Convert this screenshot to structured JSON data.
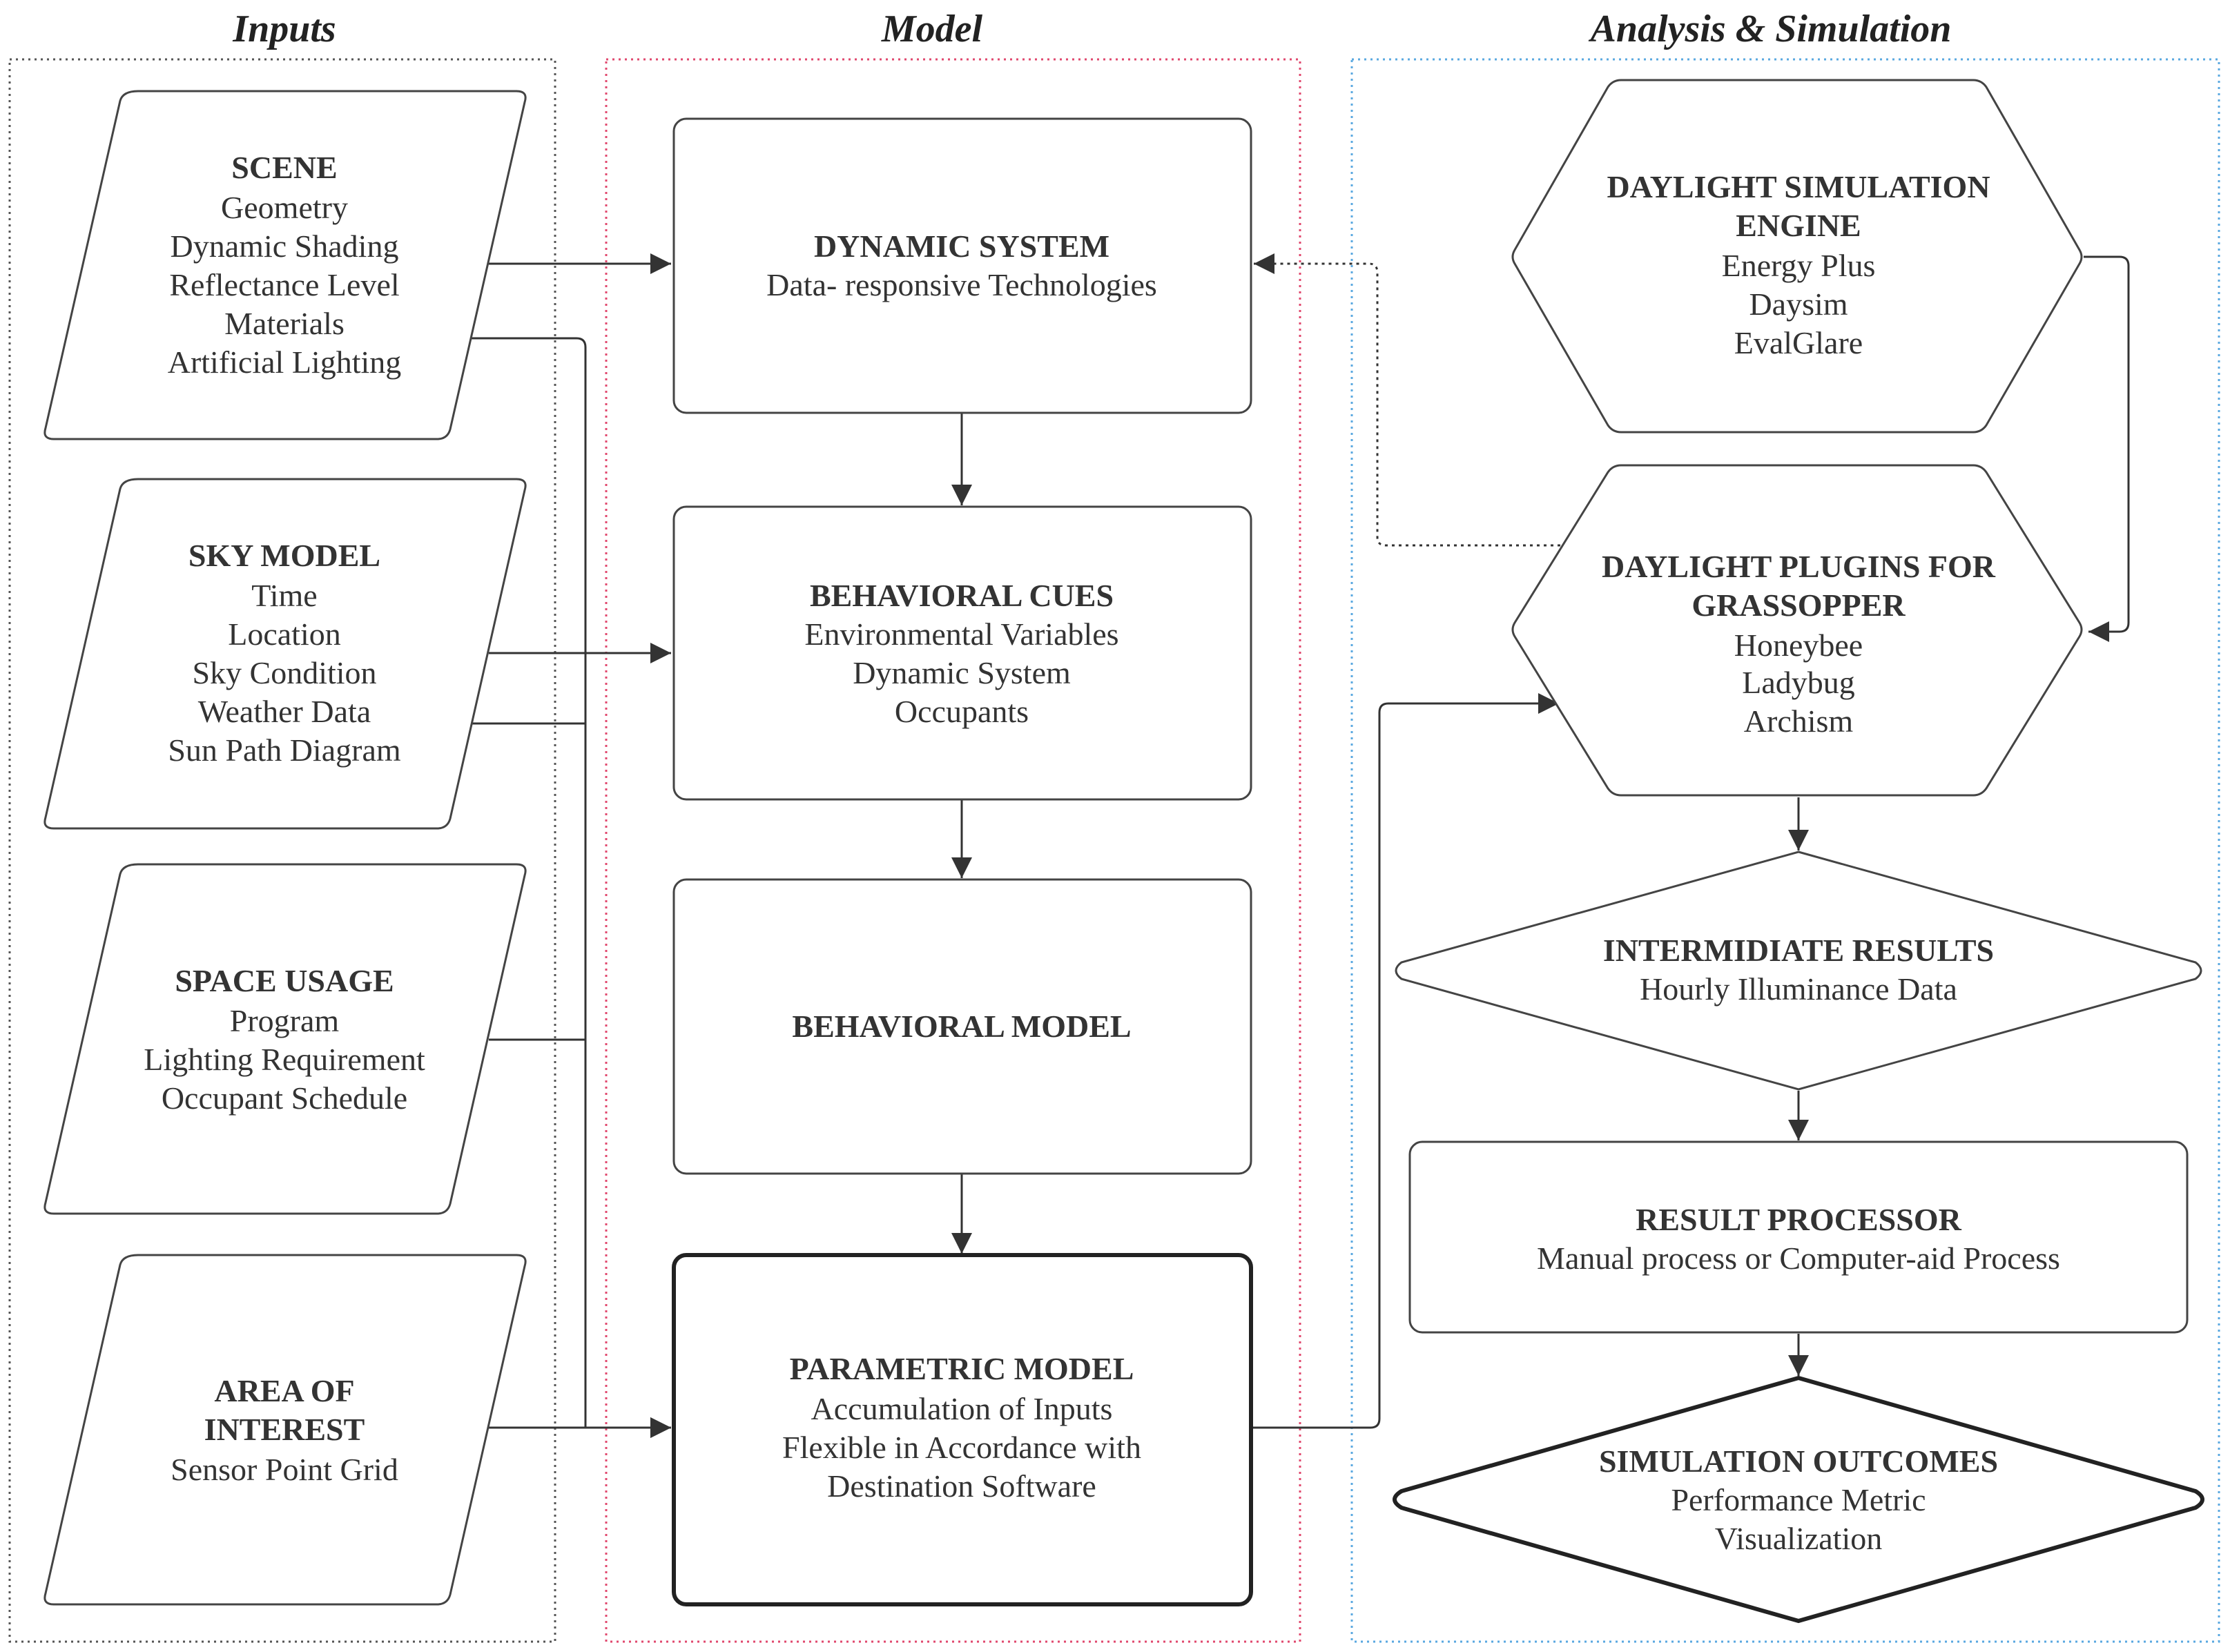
{
  "columns": {
    "inputs": "Inputs",
    "model": "Model",
    "analysis": "Analysis & Simulation"
  },
  "colors": {
    "inputs_frame": "#555555",
    "model_frame": "#e0486e",
    "analysis_frame": "#5aa8e0"
  },
  "nodes": {
    "scene": {
      "title": "SCENE",
      "lines": [
        "Geometry",
        "Dynamic Shading",
        "Reflectance Level",
        "Materials",
        "Artificial Lighting"
      ]
    },
    "sky_model": {
      "title": "SKY MODEL",
      "lines": [
        "Time",
        "Location",
        "Sky Condition",
        "Weather Data",
        "Sun Path Diagram"
      ]
    },
    "space_usage": {
      "title": "SPACE USAGE",
      "lines": [
        "Program",
        "Lighting Requirement",
        "Occupant Schedule"
      ]
    },
    "area_of_interest": {
      "title_lines": [
        "AREA OF",
        "INTEREST"
      ],
      "lines": [
        "Sensor Point Grid"
      ]
    },
    "dynamic_system": {
      "title": "DYNAMIC SYSTEM",
      "lines": [
        "Data- responsive Technologies"
      ]
    },
    "behavioral_cues": {
      "title": "BEHAVIORAL CUES",
      "lines": [
        "Environmental Variables",
        "Dynamic System",
        "Occupants"
      ]
    },
    "behavioral_model": {
      "title": "BEHAVIORAL MODEL",
      "lines": []
    },
    "parametric_model": {
      "title": "PARAMETRIC MODEL",
      "lines": [
        "Accumulation of Inputs",
        "Flexible in Accordance with",
        "Destination Software"
      ]
    },
    "daylight_engine": {
      "title_lines": [
        "DAYLIGHT SIMULATION",
        "ENGINE"
      ],
      "lines": [
        "Energy Plus",
        "Daysim",
        "EvalGlare"
      ]
    },
    "daylight_plugins": {
      "title_lines": [
        "DAYLIGHT PLUGINS FOR",
        "GRASSOPPER"
      ],
      "lines": [
        "Honeybee",
        "Ladybug",
        "Archism"
      ]
    },
    "intermediate_results": {
      "title": "INTERMIDIATE RESULTS",
      "lines": [
        "Hourly Illuminance Data"
      ]
    },
    "result_processor": {
      "title": "RESULT PROCESSOR",
      "lines": [
        "Manual process or Computer-aid Process"
      ]
    },
    "simulation_outcomes": {
      "title": "SIMULATION OUTCOMES",
      "lines": [
        "Performance Metric",
        "Visualization"
      ]
    }
  }
}
